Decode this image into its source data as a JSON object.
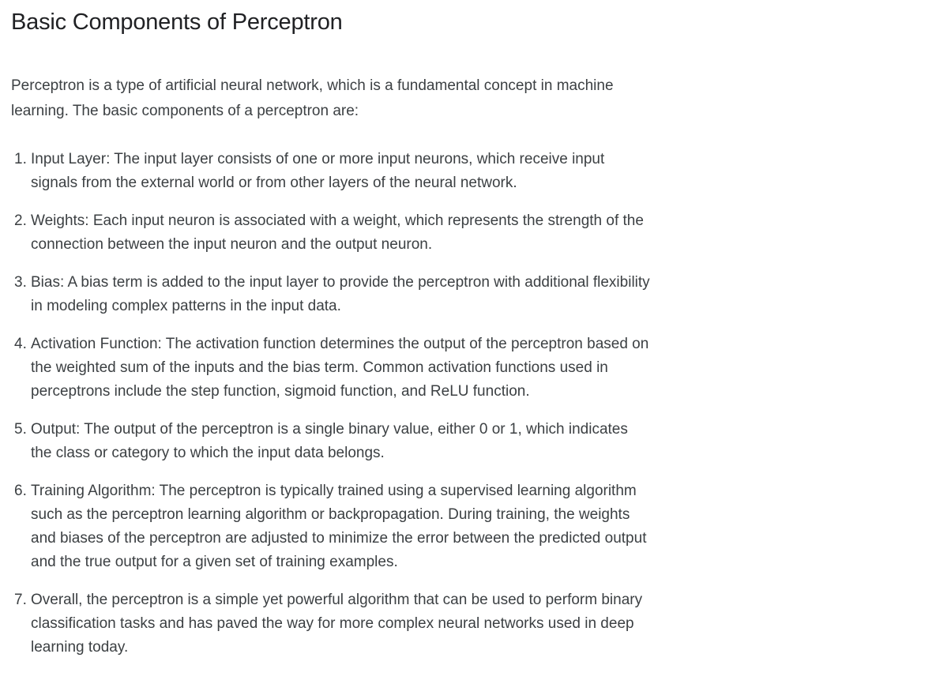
{
  "article": {
    "title": "Basic Components of Perceptron",
    "intro": "Perceptron is a type of artificial neural network, which is a fundamental concept in machine learning. The basic components of a perceptron are:",
    "items": [
      {
        "number": "1.",
        "text": "Input Layer: The input layer consists of one or more input neurons, which receive input signals from the external world or from other layers of the neural network."
      },
      {
        "number": "2.",
        "text": "Weights: Each input neuron is associated with a weight, which represents the strength of the connection between the input neuron and the output neuron."
      },
      {
        "number": "3.",
        "text": "Bias: A bias term is added to the input layer to provide the perceptron with additional flexibility in modeling complex patterns in the input data."
      },
      {
        "number": "4.",
        "text": "Activation Function: The activation function determines the output of the perceptron based on the weighted sum of the inputs and the bias term. Common activation functions used in perceptrons include the step function, sigmoid function, and ReLU function."
      },
      {
        "number": "5.",
        "text": "Output: The output of the perceptron is a single binary value, either 0 or 1, which indicates the class or category to which the input data belongs."
      },
      {
        "number": "6.",
        "text": "Training Algorithm: The perceptron is typically trained using a supervised learning algorithm such as the perceptron learning algorithm or backpropagation. During training, the weights and biases of the perceptron are adjusted to minimize the error between the predicted output and the true output for a given set of training examples."
      },
      {
        "number": "7.",
        "text": "Overall, the perceptron is a simple yet powerful algorithm that can be used to perform binary classification tasks and has paved the way for more complex neural networks used in deep learning today."
      }
    ]
  }
}
